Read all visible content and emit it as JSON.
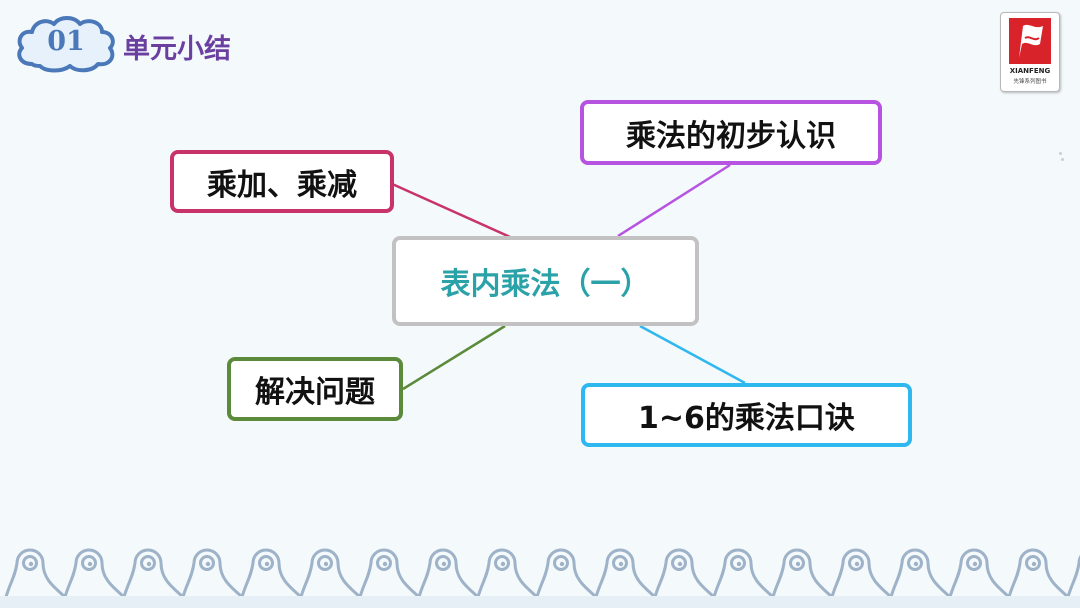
{
  "header": {
    "section_number": "01",
    "section_title": "单元小结"
  },
  "logo": {
    "brand_en": "XIANFENG",
    "brand_cn": "先锋系列图书"
  },
  "mindmap": {
    "center": "表内乘法（一）",
    "branches": {
      "top_left": "乘加、乘减",
      "top_right": "乘法的初步认识",
      "bottom_left": "解决问题",
      "bottom_right": "1~6的乘法口诀"
    }
  },
  "colors": {
    "background": "#f4f9fc",
    "title_purple": "#6b3fa0",
    "badge_blue": "#4a78b8",
    "center_text": "#2aa2a8",
    "branch_top_left": "#c8346a",
    "branch_top_right": "#b653e0",
    "branch_bottom_left": "#5a8a3a",
    "branch_bottom_right": "#2fb7ef",
    "wave": "#9eb2c8"
  }
}
